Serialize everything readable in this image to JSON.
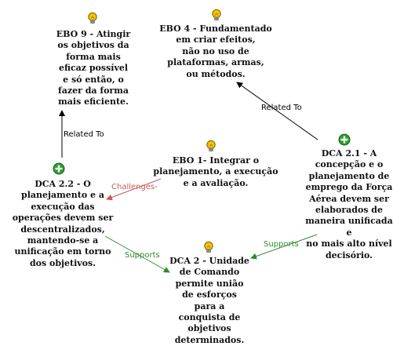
{
  "nodes": {
    "ebo9": {
      "text": "EBO 9 - Atingir\nos objetivos da\nforma mais\neficaz possível\ne só então, o\nfazer da forma\nmais eficiente.",
      "icon": "lightbulb-icon"
    },
    "ebo4": {
      "text": "EBO 4 - Fundamentado\nem criar efeitos,\nnão no uso de\nplataformas, armas,\nou métodos.",
      "icon": "lightbulb-icon"
    },
    "ebo1": {
      "text": "EBO 1-  Integrar o\nplanejamento, a execução\ne a avaliação.",
      "icon": "lightbulb-icon"
    },
    "dca21": {
      "text": "DCA 2.1 - A\nconcepção e o\nplanejamento de\nemprego da Força\nAérea devem ser\nelaborados de\nmaneira unificada e\nno mais alto nível\ndecisório.",
      "icon": "plus-circle-icon"
    },
    "dca22": {
      "text": "DCA 2.2 - O\nplanejamento e a\nexecução das\noperações devem ser\ndescentralizados,\nmantendo-se a\nunificação em torno\ndos objetivos.",
      "icon": "plus-circle-icon"
    },
    "dca2": {
      "text": "DCA 2 - Unidade\nde Comando\npermite união\nde esforços\npara a\nconquista de\nobjetivos\ndeterminados.",
      "icon": "lightbulb-icon"
    }
  },
  "edges": {
    "dca22_ebo9": {
      "label": "Related To"
    },
    "dca21_ebo4": {
      "label": "Related To"
    },
    "ebo1_dca22": {
      "label": "Challenges-"
    },
    "dca22_dca2": {
      "label": "Supports"
    },
    "dca21_dca2": {
      "label": "Supports"
    }
  },
  "colors": {
    "related": "#000000",
    "challenges": "#c85a5a",
    "supports": "#2e8b2e",
    "bulb": "#f2c200",
    "plus": "#2f9e2f"
  }
}
